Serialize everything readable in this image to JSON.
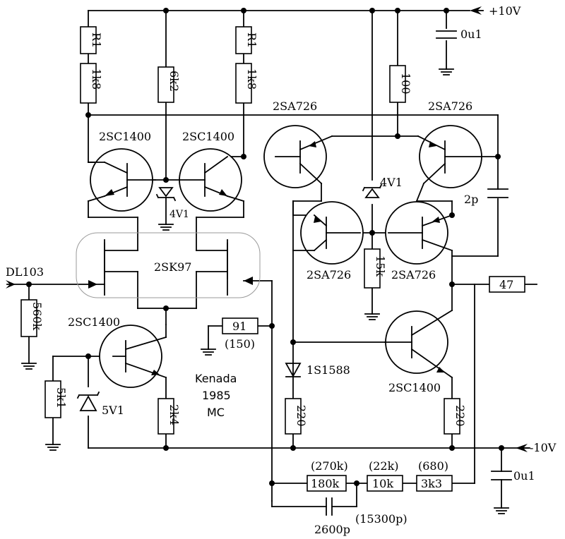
{
  "supply": {
    "pos": "+10V",
    "neg": "-10V"
  },
  "caps": {
    "bypass_top": "0u1",
    "bypass_bottom": "0u1",
    "comp": "2p",
    "feedback": "2600p",
    "feedback_alt": "(15300p)"
  },
  "resistors": {
    "r1a": "R1",
    "r1b": "R1",
    "r1k8a": "1k8",
    "r1k8b": "1k8",
    "r6k2": "6k2",
    "r100": "100",
    "r15k": "15k",
    "r560k": "560k",
    "r5k1": "5k1",
    "r2k4": "2k4",
    "r220a": "220",
    "r220b": "220",
    "r47": "47",
    "r91": "91",
    "r91_alt": "(150)",
    "r180k": "180k",
    "r180k_alt": "(270k)",
    "r10k": "10k",
    "r10k_alt": "(22k)",
    "r3k3": "3k3",
    "r3k3_alt": "(680)"
  },
  "transistors": {
    "q1": "2SC1400",
    "q2": "2SC1400",
    "q3": "2SA726",
    "q4": "2SA726",
    "q5": "2SA726",
    "q6": "2SA726",
    "q7": "2SC1400",
    "q8": "2SC1400",
    "fet": "2SK97"
  },
  "diodes": {
    "z1": "4V1",
    "z2": "4V1",
    "z3": "5V1",
    "d1": "1S1588"
  },
  "input": "DL103",
  "credit": [
    "Kenada",
    "1985",
    "MC"
  ]
}
